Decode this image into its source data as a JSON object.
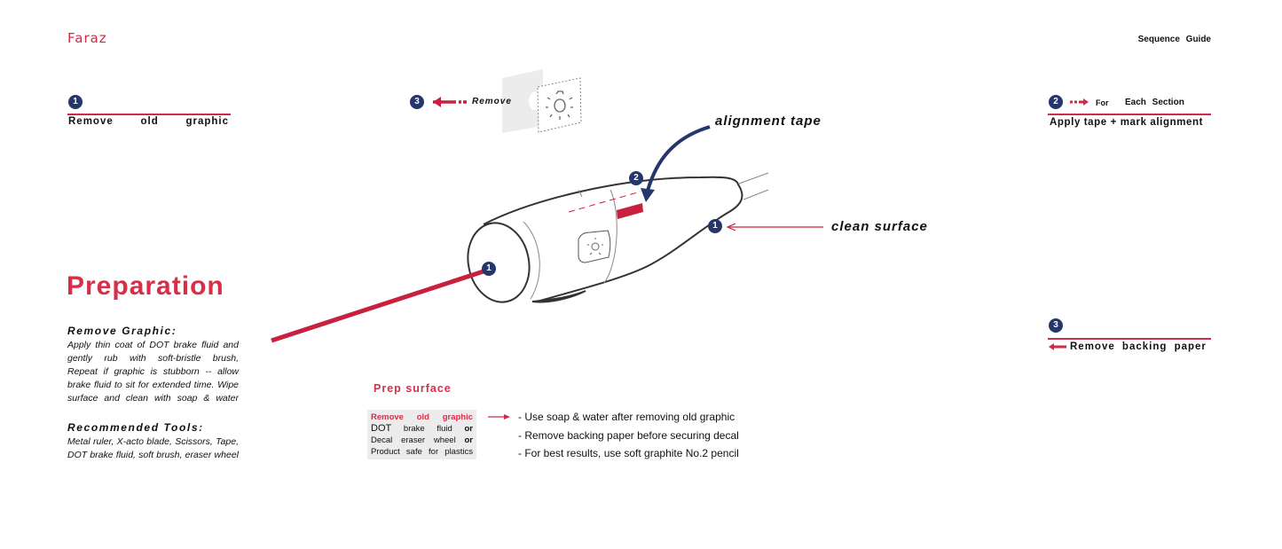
{
  "header": {
    "logo": "Faraz",
    "title": "Sequence Guide"
  },
  "step1": {
    "number": "1",
    "words": [
      "Remove",
      "old",
      "graphic"
    ]
  },
  "step2": {
    "number": "2",
    "for": "For",
    "each_section": "Each Section",
    "title": "Apply tape + mark alignment"
  },
  "step3_right": {
    "number": "3",
    "title": "Remove backing paper"
  },
  "step3_diagram": {
    "number": "3",
    "label": "Remove"
  },
  "callouts": {
    "alignment_tape": "alignment tape",
    "clean_surface": "clean surface",
    "marker1": "1",
    "marker2": "2",
    "marker1b": "1"
  },
  "preparation": {
    "title": "Preparation",
    "remove_heading": "Remove Graphic:",
    "remove_lines": [
      "Apply thin coat of DOT brake fluid and",
      "gently rub with soft-bristle brush,",
      "Repeat if graphic is stubborn -- allow",
      "brake fluid to sit for extended time. Wipe",
      "surface and clean with soap & water"
    ],
    "tools_heading": "Recommended Tools:",
    "tools_lines": [
      "Metal ruler, X-acto blade, Scissors, Tape,",
      "DOT brake fluid, soft brush, eraser wheel"
    ]
  },
  "prep_surface": {
    "title": "Prep surface",
    "box_title": [
      "Remove",
      "old",
      "graphic"
    ],
    "box_lines": [
      [
        "DOT",
        "brake",
        "fluid",
        "or"
      ],
      [
        "Decal",
        "eraser",
        "wheel",
        "or"
      ],
      [
        "Product",
        "safe",
        "for",
        "plastics"
      ]
    ],
    "bullets": [
      "- Use soap & water after removing old graphic",
      "- Remove backing paper before securing decal",
      "- For best results, use soft graphite No.2 pencil"
    ]
  },
  "colors": {
    "accent": "#d62f48",
    "navy": "#24366b"
  }
}
